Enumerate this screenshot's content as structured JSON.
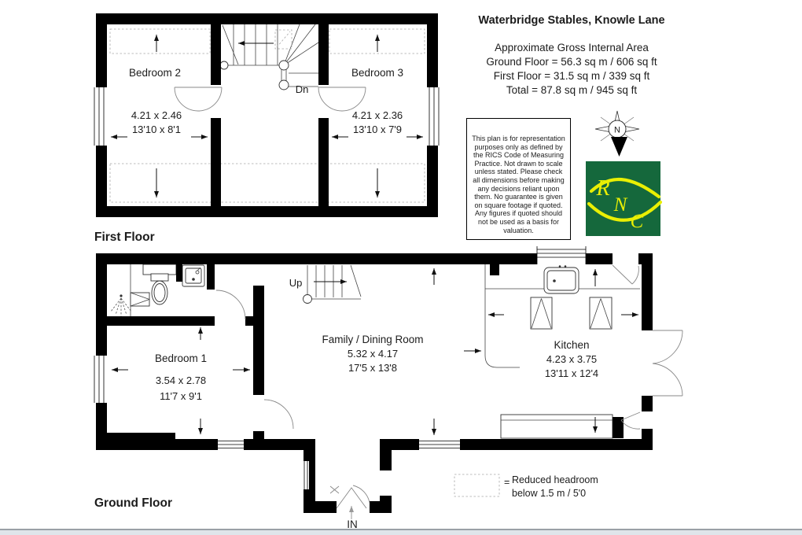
{
  "header": {
    "title": "Waterbridge Stables, Knowle Lane",
    "area_lines": [
      "Approximate Gross Internal Area",
      "Ground Floor = 56.3 sq m / 606 sq ft",
      "First Floor = 31.5 sq m / 339 sq ft",
      "Total = 87.8 sq m / 945 sq ft"
    ]
  },
  "disclaimer": "This plan is for representation purposes only as defined by the RICS Code of Measuring Practice. Not drawn to scale unless stated. Please check all dimensions before making any decisions reliant upon them. No guarantee is given on square footage if quoted. Any figures if quoted should not be used as a basis for valuation.",
  "compass": {
    "north_label": "N"
  },
  "logo": {
    "letters": [
      "R",
      "N",
      "C"
    ],
    "bg_color": "#15683c",
    "fg_color": "#e9ef04"
  },
  "first_floor": {
    "label": "First Floor",
    "stair_label": "Dn",
    "bedroom2": {
      "name": "Bedroom 2",
      "metric": "4.21 x 2.46",
      "imperial": "13'10 x 8'1"
    },
    "bedroom3": {
      "name": "Bedroom 3",
      "metric": "4.21 x 2.36",
      "imperial": "13'10 x 7'9"
    }
  },
  "ground_floor": {
    "label": "Ground Floor",
    "stair_label": "Up",
    "entrance_label": "IN",
    "bedroom1": {
      "name": "Bedroom 1",
      "metric": "3.54 x 2.78",
      "imperial": "11'7 x 9'1"
    },
    "family_dining": {
      "name": "Family / Dining Room",
      "metric": "5.32 x 4.17",
      "imperial": "17'5 x 13'8"
    },
    "kitchen": {
      "name": "Kitchen",
      "metric": "4.23 x 3.75",
      "imperial": "13'11 x 12'4"
    }
  },
  "legend": {
    "symbol": "=",
    "line1": "Reduced headroom",
    "line2": "below 1.5 m / 5'0"
  }
}
